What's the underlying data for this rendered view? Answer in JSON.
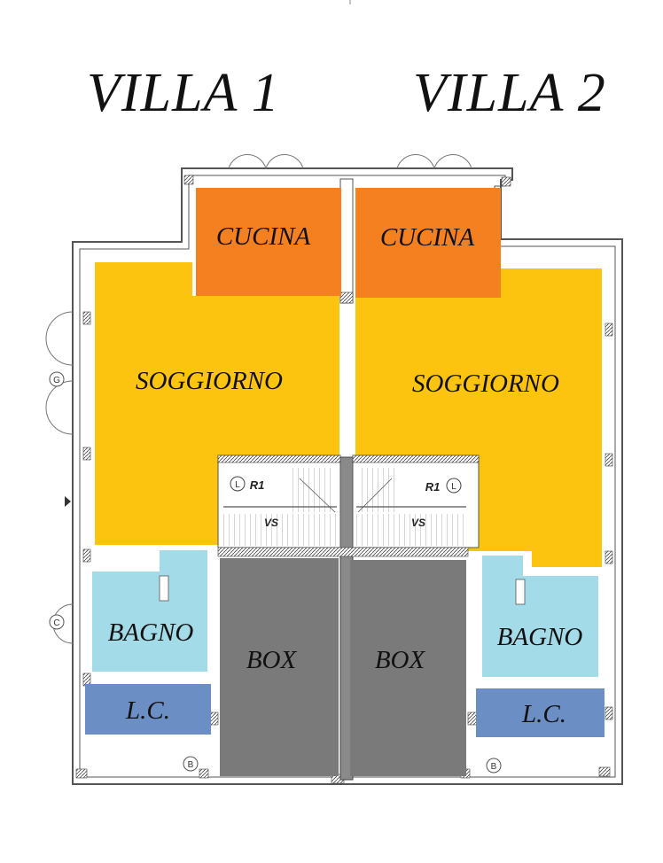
{
  "titles": {
    "villa_1": "VILLA 1",
    "villa_2": "VILLA 2"
  },
  "villa_1": {
    "cucina": "CUCINA",
    "soggiorno": "SOGGIORNO",
    "bagno": "BAGNO",
    "lc": "L.C.",
    "box": "BOX",
    "stair_r1": "R1",
    "stair_l": "L",
    "stair_vs": "VS"
  },
  "villa_2": {
    "cucina": "CUCINA",
    "soggiorno": "SOGGIORNO",
    "bagno": "BAGNO",
    "lc": "L.C.",
    "box": "BOX",
    "stair_r1": "R1",
    "stair_l": "L",
    "stair_vs": "VS"
  },
  "markers": {
    "g": "G",
    "c": "C",
    "b": "B"
  },
  "colors": {
    "cucina": "#f5801f",
    "soggiorno": "#fcc40f",
    "bagno": "#a4dbe8",
    "lc": "#6b8fc4",
    "box": "#7a7a7a",
    "wall": "#555555"
  }
}
